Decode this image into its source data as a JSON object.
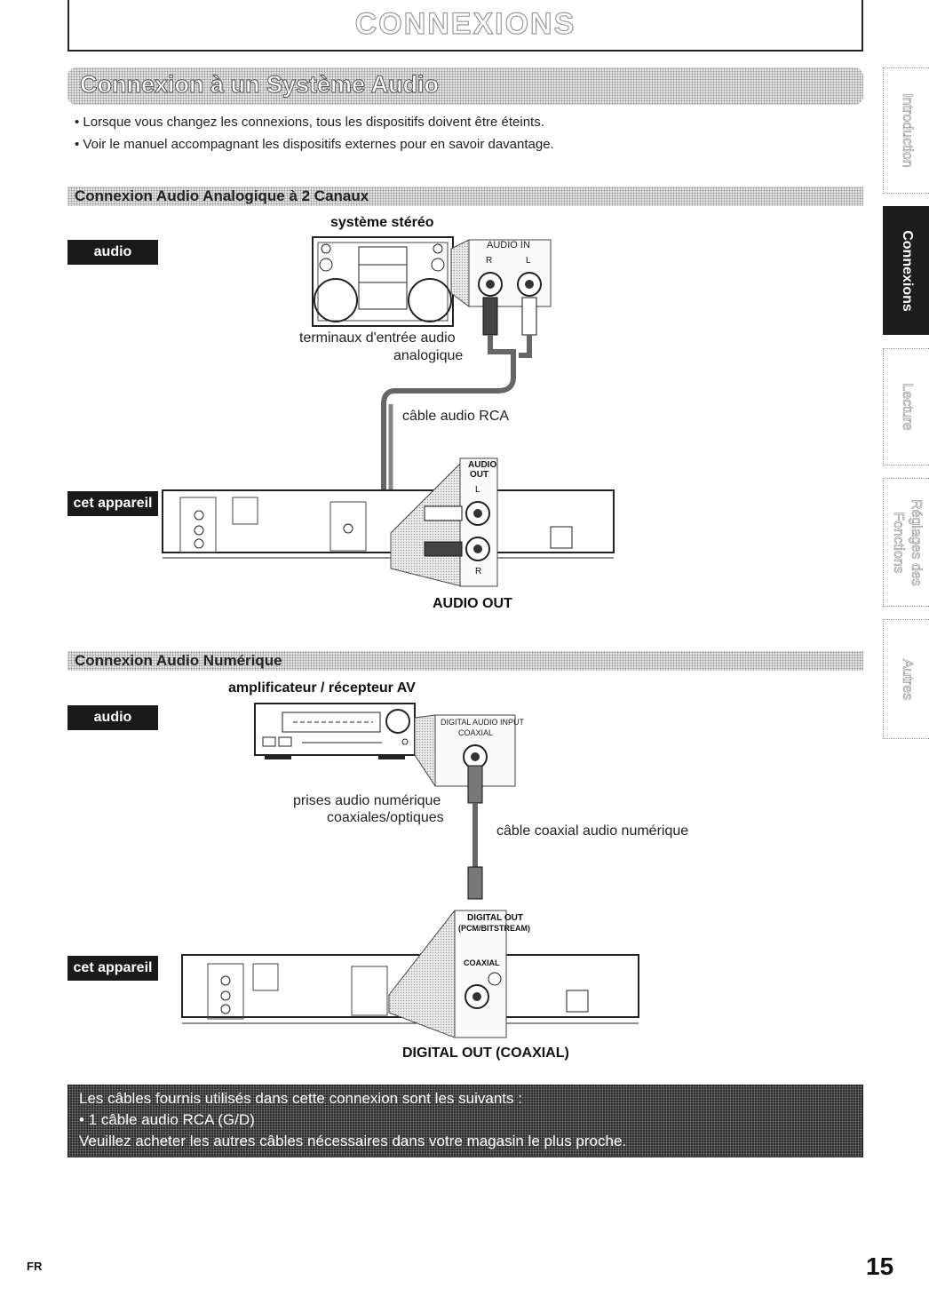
{
  "header": {
    "title": "CONNEXIONS"
  },
  "section_main": {
    "title": "Connexion à un Système Audio",
    "bullets": [
      "• Lorsque vous changez les connexions, tous les dispositifs doivent être éteints.",
      "• Voir le manuel accompagnant les dispositifs externes pour en savoir davantage."
    ]
  },
  "analog": {
    "title": "Connexion Audio Analogique à 2 Canaux",
    "device_title": "système stéréo",
    "label_audio": "audio",
    "label_unit": "cet appareil",
    "jack_label": "AUDIO IN",
    "jack_r": "R",
    "jack_l": "L",
    "caption_input_line1": "terminaux d'entrée audio",
    "caption_input_line2": "analogique",
    "cable_caption": "câble audio RCA",
    "out_label_line1": "AUDIO",
    "out_label_line2": "OUT",
    "out_l": "L",
    "out_r": "R",
    "out_caption": "AUDIO OUT"
  },
  "digital": {
    "title": "Connexion Audio Numérique",
    "device_title": "amplificateur / récepteur AV",
    "label_audio": "audio",
    "label_unit": "cet appareil",
    "jack_label_line1": "DIGITAL AUDIO INPUT",
    "jack_label_line2": "COAXIAL",
    "caption_jacks_line1": "prises audio numérique",
    "caption_jacks_line2": "coaxiales/optiques",
    "cable_caption": "câble coaxial audio numérique",
    "out_label_line1": "DIGITAL OUT",
    "out_label_line2": "(PCM/BITSTREAM)",
    "out_coaxial": "COAXIAL",
    "out_caption": "DIGITAL OUT (COAXIAL)"
  },
  "note": {
    "line1": "Les câbles fournis utilisés dans cette connexion sont les suivants :",
    "line2": "• 1 câble audio RCA (G/D)",
    "line3": "Veuillez acheter les autres câbles nécessaires dans votre magasin le plus proche."
  },
  "side_tabs": [
    {
      "label": "Introduction",
      "active": false
    },
    {
      "label": "Connexions",
      "active": true
    },
    {
      "label": "Lecture",
      "active": false
    },
    {
      "label": "Réglages des Fonctions",
      "active": false
    },
    {
      "label": "Autres",
      "active": false
    }
  ],
  "footer": {
    "lang": "FR",
    "page": "15"
  }
}
